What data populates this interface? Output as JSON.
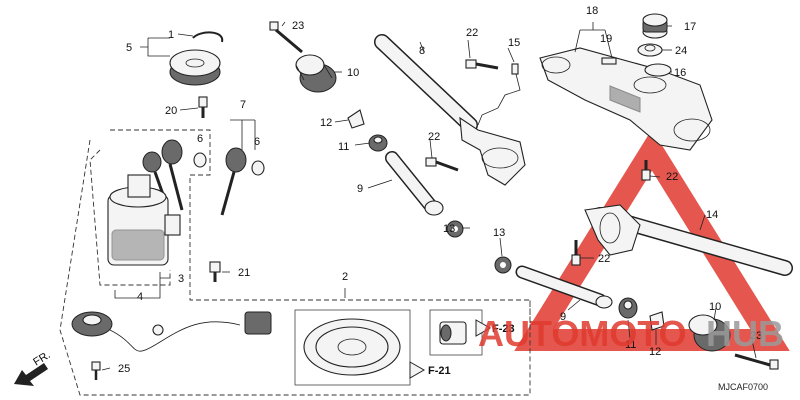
{
  "diagram": {
    "callouts": [
      "1",
      "2",
      "3",
      "4",
      "5",
      "6",
      "6",
      "7",
      "8",
      "9",
      "9",
      "10",
      "10",
      "11",
      "11",
      "12",
      "12",
      "13",
      "13",
      "14",
      "15",
      "16",
      "17",
      "18",
      "19",
      "20",
      "21",
      "22",
      "22",
      "22",
      "22",
      "23",
      "23",
      "24",
      "25"
    ],
    "refs": {
      "f23": "F-23",
      "f21": "F-21"
    },
    "front_label": "FR.",
    "code": "MJCAF0700"
  },
  "watermark": {
    "text_red": "AUTOMOTO",
    "text_grey": "HUB",
    "colors": {
      "red": "#e03a2f",
      "grey": "#9a9a9a"
    }
  },
  "icons": [
    "front-arrow-icon",
    "warning-triangle-icon"
  ]
}
